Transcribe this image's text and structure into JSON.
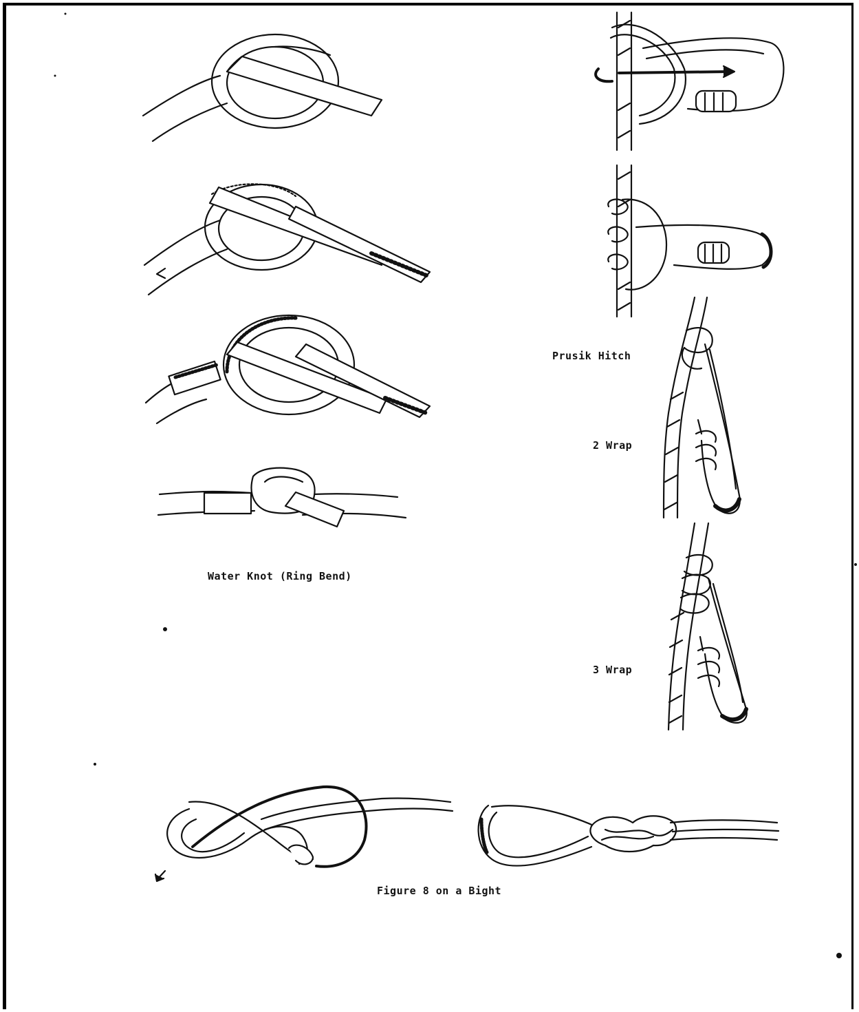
{
  "labels": {
    "water_knot": "Water Knot (Ring Bend)",
    "prusik_hitch": "Prusik Hitch",
    "two_wrap": "2 Wrap",
    "three_wrap": "3 Wrap",
    "figure_eight": "Figure 8 on a Bight"
  },
  "colors": {
    "ink": "#111111",
    "paper": "#ffffff"
  }
}
